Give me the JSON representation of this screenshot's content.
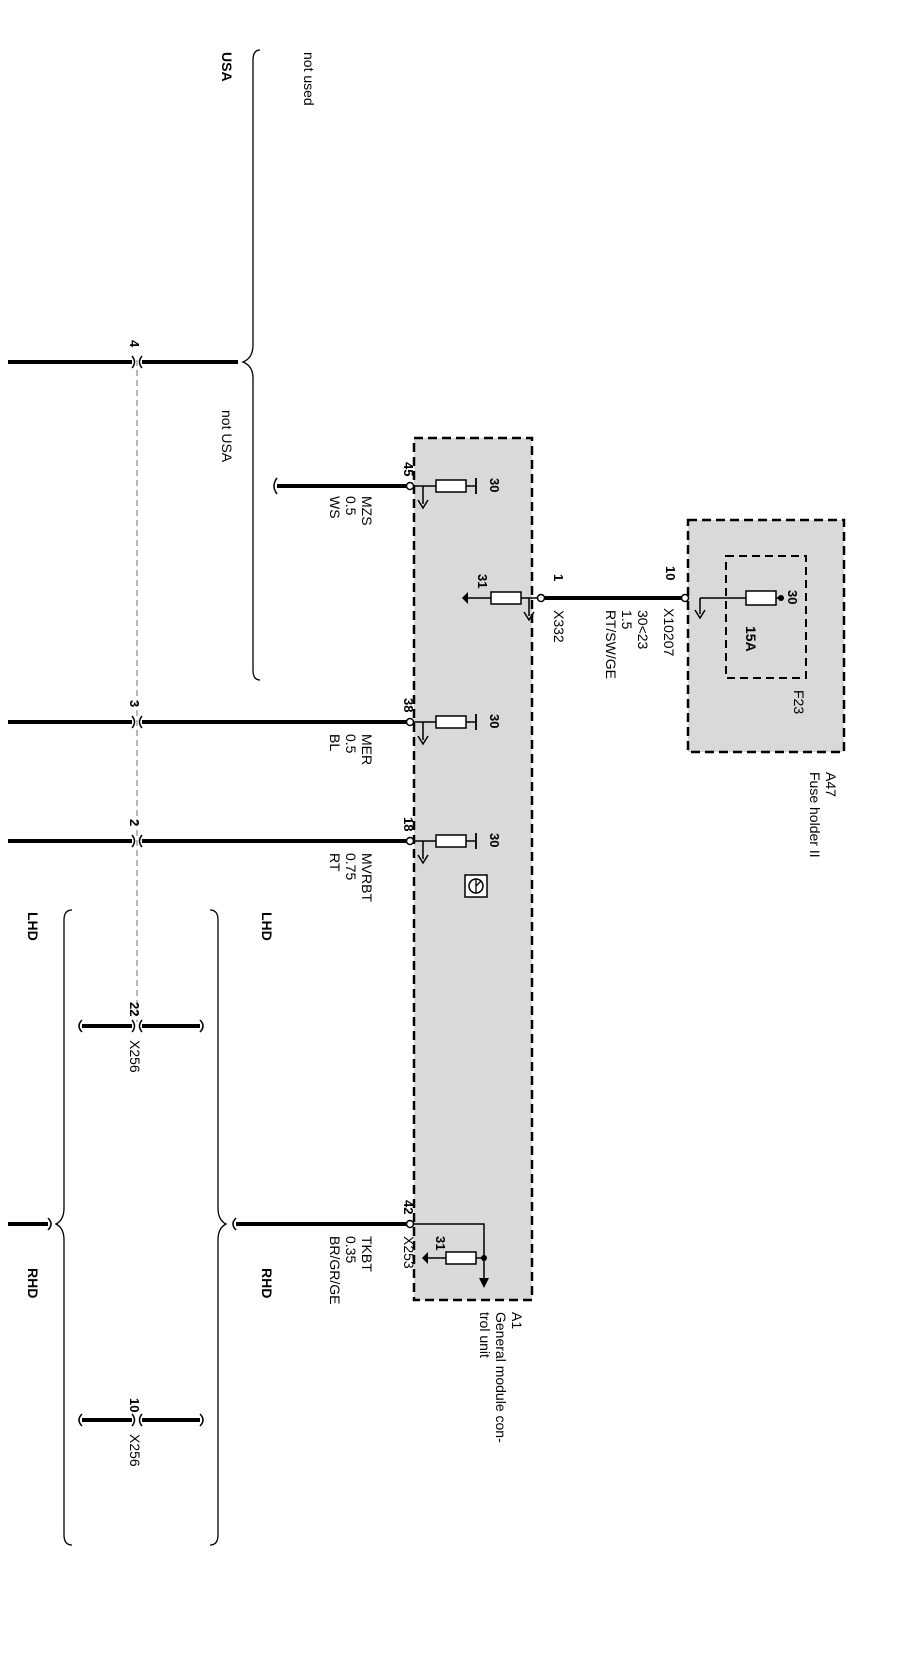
{
  "variants": {
    "usa": "USA",
    "not_used": "not used",
    "not_usa": "not USA",
    "lhd": "LHD",
    "rhd": "RHD"
  },
  "control_unit": {
    "id": "A1",
    "name_line1": "General module con-",
    "name_line2": "trol unit",
    "pins": [
      "45",
      "1",
      "38",
      "18",
      "42"
    ],
    "terminal_30": "30",
    "terminal_31": "31",
    "connector_main": "X332",
    "connector_bottom": "X253"
  },
  "fuse_holder": {
    "id": "A47",
    "name": "Fuse holder II",
    "fuse": "F23",
    "rating": "15A",
    "terminal": "30",
    "pin": "10",
    "connector": "X10207"
  },
  "wires": {
    "mzs": {
      "name": "MZS",
      "size": "0.5",
      "color": "WS"
    },
    "x332": {
      "name": "30<23",
      "size": "1.5",
      "color": "RT/SW/GE"
    },
    "mer": {
      "name": "MER",
      "size": "0.5",
      "color": "BL"
    },
    "mvrbt": {
      "name": "MVRBT",
      "size": "0.75",
      "color": "RT"
    },
    "tkbt": {
      "name": "TKBT",
      "size": "0.35",
      "color": "BR/GR/GE"
    }
  },
  "left_pins": [
    "4",
    "3",
    "2",
    "22",
    "10"
  ],
  "x256": "X256",
  "colors": {
    "box_fill": "#d9d9d9",
    "line": "#000000",
    "dash_line": "#9a9a9a"
  }
}
